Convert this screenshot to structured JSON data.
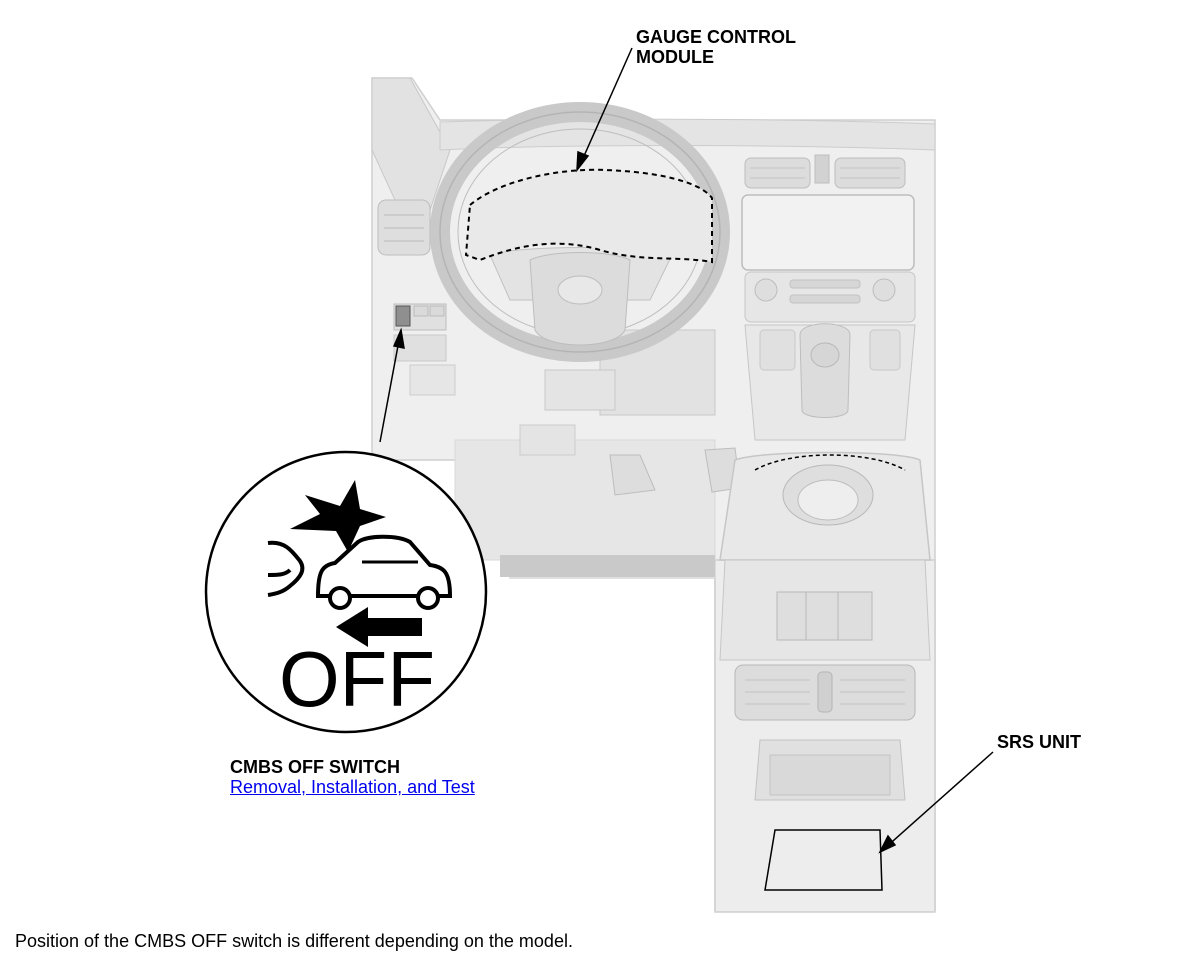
{
  "callouts": {
    "gauge_module_line1": "GAUGE CONTROL",
    "gauge_module_line2": "MODULE",
    "cmbs_switch": "CMBS OFF SWITCH",
    "cmbs_link": "Removal, Installation, and Test",
    "srs_unit": "SRS UNIT"
  },
  "switch_icon": {
    "text": "OFF"
  },
  "note": "Position of the CMBS OFF switch is different depending on the model."
}
